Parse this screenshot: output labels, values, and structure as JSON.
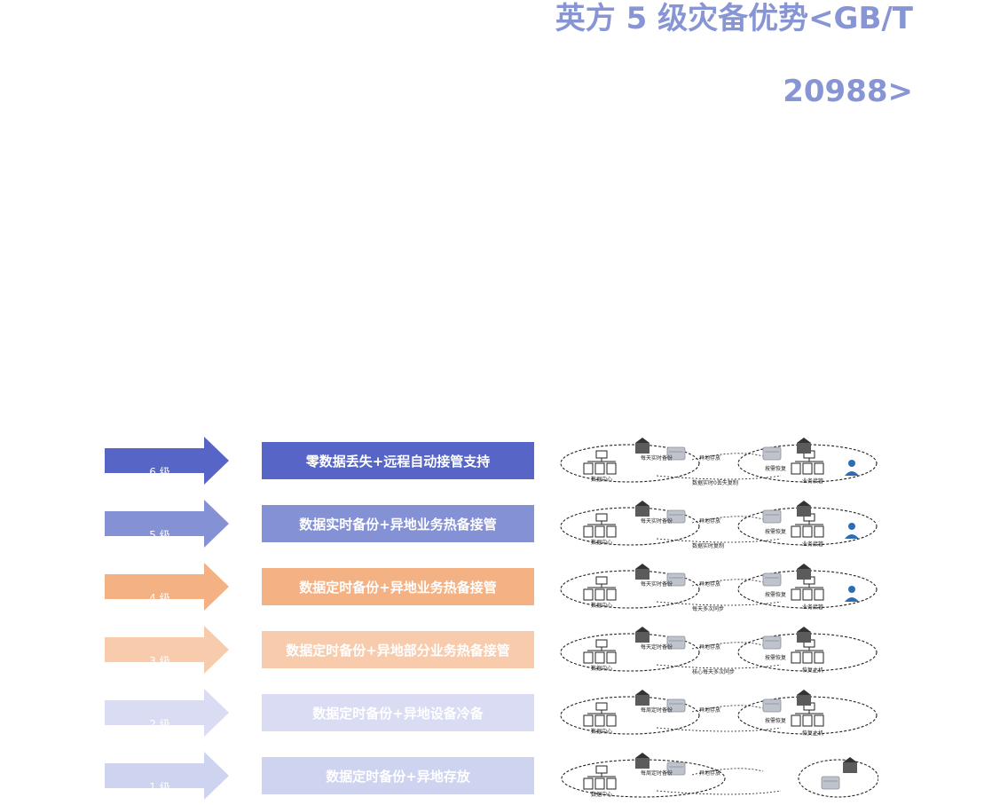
{
  "title_line1": "英方 5 级灾备优势<GB/T",
  "title_line2": "20988>",
  "levels": [
    {
      "level": "6 级",
      "desc": "零数据丢失+远程自动接管支持",
      "color": "#5665c6",
      "thumb_labels": {
        "a": "数据中心",
        "b": "每天实时备份",
        "c": "异地存放",
        "d": "数据实时0丢失复制",
        "e": "按需恢复",
        "f": "业务接管"
      }
    },
    {
      "level": "5 级",
      "desc": "数据实时备份+异地业务热备接管",
      "color": "#8491d5",
      "thumb_labels": {
        "a": "数据中心",
        "b": "每天实时备份",
        "c": "异地存放",
        "d": "数据实时复制",
        "e": "按需恢复",
        "f": "业务接管"
      }
    },
    {
      "level": "4 级",
      "desc": "数据定时备份+异地业务热备接管",
      "color": "#f4b183",
      "thumb_labels": {
        "a": "数据中心",
        "b": "每天实时备份",
        "c": "异地存放",
        "d": "每天多次同步",
        "e": "按需恢复",
        "f": "业务接管"
      }
    },
    {
      "level": "3 级",
      "desc": "数据定时备份+异地部分业务热备接管",
      "color": "#f8cbad",
      "thumb_labels": {
        "a": "数据中心",
        "b": "每天定时备份",
        "c": "异地存放",
        "d": "核心每天多次同步",
        "e": "按需恢复",
        "f": "恢复主机"
      }
    },
    {
      "level": "2 级",
      "desc": "数据定时备份+异地设备冷备",
      "color": "#d9dcf2",
      "thumb_labels": {
        "a": "数据中心",
        "b": "每周定时备份",
        "c": "异地存放",
        "d": "",
        "e": "按需恢复",
        "f": "恢复主机"
      }
    },
    {
      "level": "1 级",
      "desc": "数据定时备份+异地存放",
      "color": "#ced3ef",
      "thumb_labels": {
        "a": "数据中心",
        "b": "每周定时备份",
        "c": "异地存放",
        "d": "",
        "e": "",
        "f": ""
      }
    }
  ]
}
